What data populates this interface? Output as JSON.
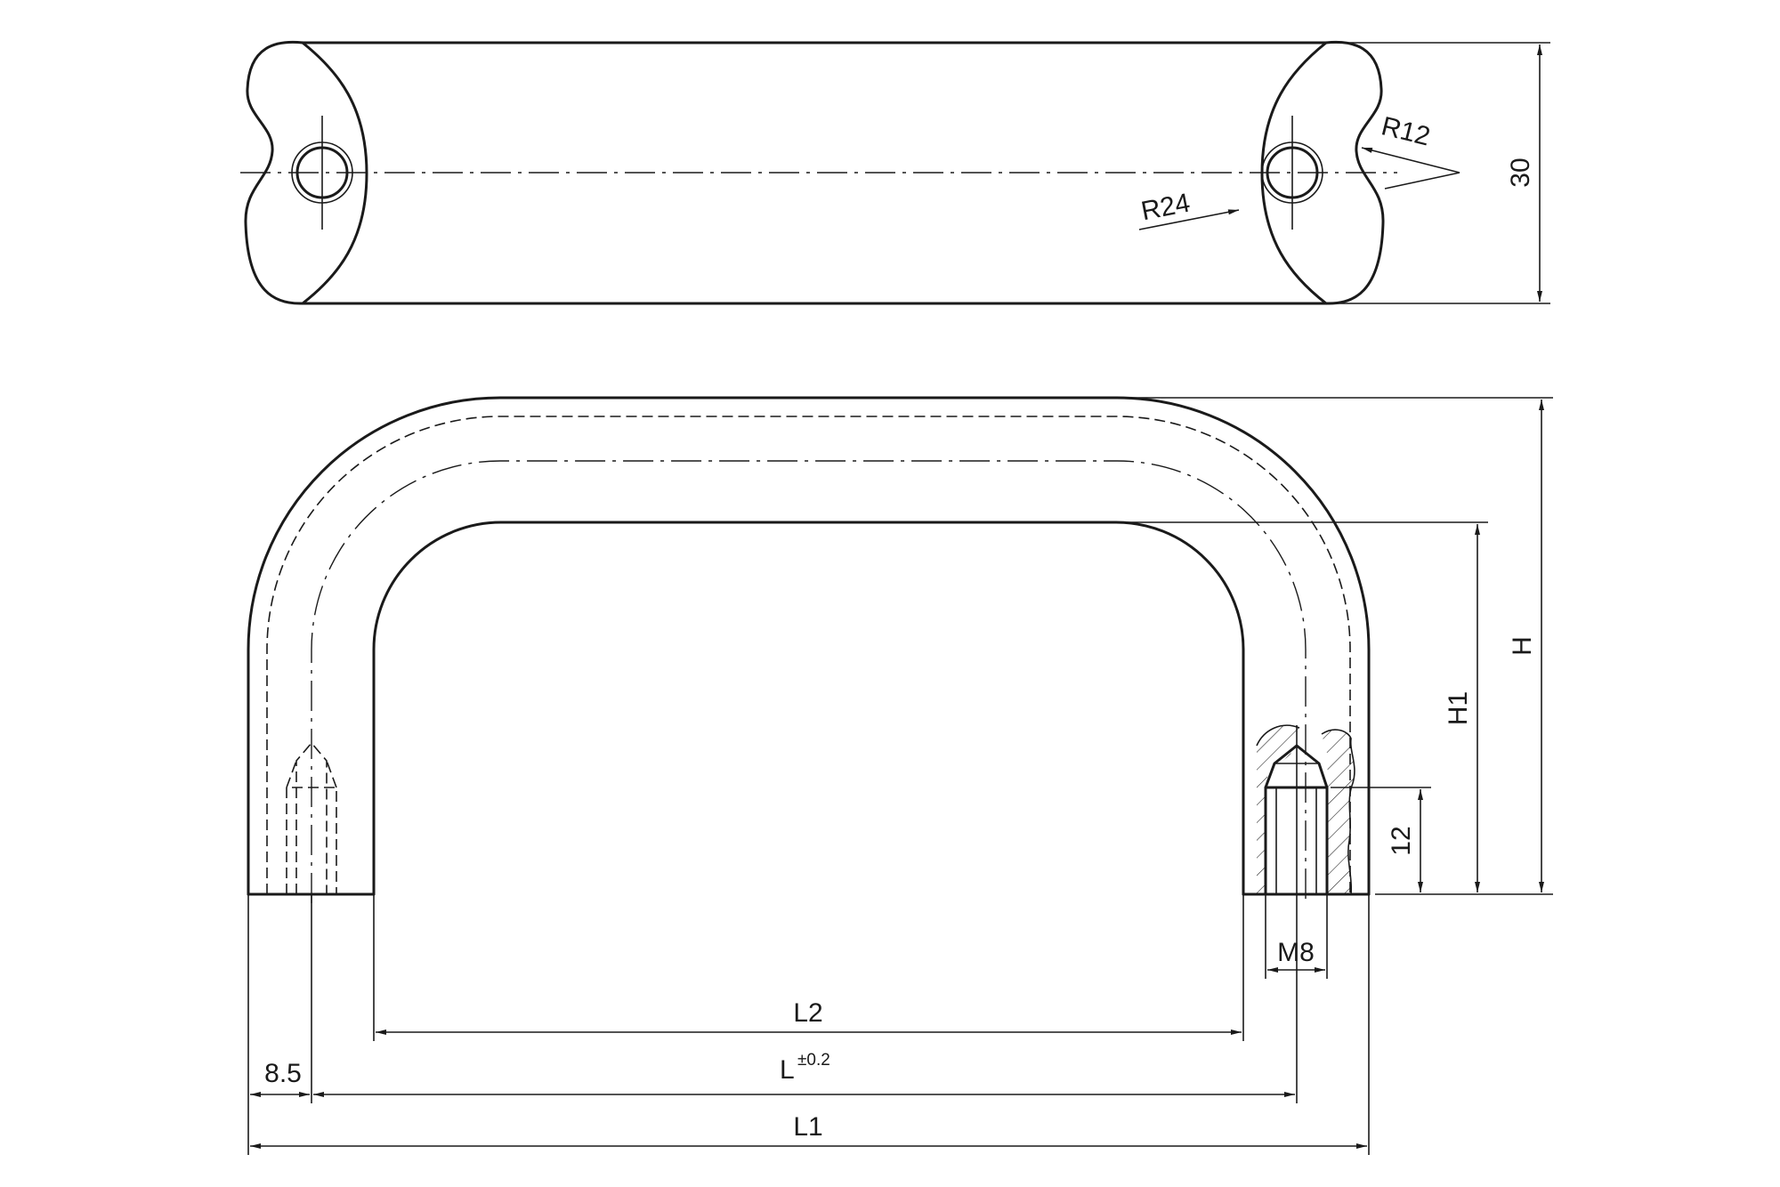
{
  "dimensions": {
    "r12": "R12",
    "r24": "R24",
    "width_30": "30",
    "height_h": "H",
    "height_h1": "H1",
    "thread_depth_12": "12",
    "thread_m8": "M8",
    "length_l2": "L2",
    "length_l_base": "L",
    "length_l_tolerance": "±0.2",
    "offset_8_5": "8.5",
    "length_l1": "L1"
  },
  "colors": {
    "line": "#1a1a1a",
    "background": "#ffffff"
  }
}
